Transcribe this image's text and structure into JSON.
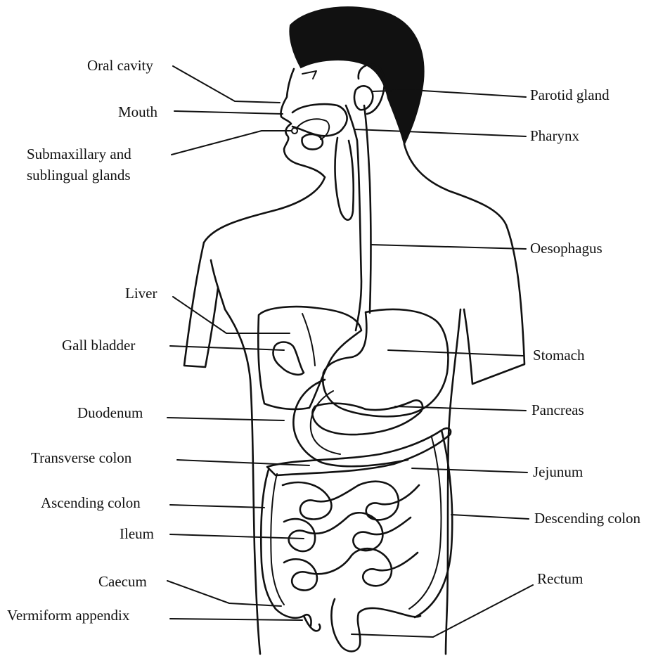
{
  "labels_left": {
    "oral_cavity": "Oral cavity",
    "mouth": "Mouth",
    "submaxillary_line1": "Submaxillary and",
    "submaxillary_line2": "sublingual glands",
    "liver": "Liver",
    "gall_bladder": "Gall bladder",
    "duodenum": "Duodenum",
    "transverse_colon": "Transverse  colon",
    "ascending_colon": "Ascending colon",
    "ileum": "Ileum",
    "caecum": "Caecum",
    "vermiform_appendix": "Vermiform appendix"
  },
  "labels_right": {
    "parotid_gland": "Parotid gland",
    "pharynx": "Pharynx",
    "oesophagus": "Oesophagus",
    "stomach": "Stomach",
    "pancreas": "Pancreas",
    "jejunum": "Jejunum",
    "descending_colon": "Descending colon",
    "rectum": "Rectum"
  },
  "colors": {
    "ink": "#111111",
    "hair": "#111111",
    "background": "#ffffff"
  }
}
